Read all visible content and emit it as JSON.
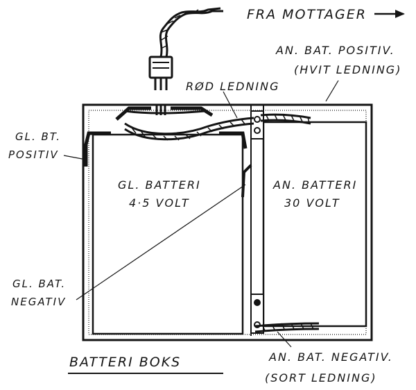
{
  "labels": {
    "from_receiver": "FRA MOTTAGER",
    "anode_positive_line1": "AN. BAT. POSITIV.",
    "anode_positive_line2": "(HVIT LEDNING)",
    "red_wire": "RØD LEDNING",
    "filament_positive_line1": "GL. BT.",
    "filament_positive_line2": "POSITIV",
    "filament_battery_line1": "GL. BATTERI",
    "filament_battery_line2": "4·5 VOLT",
    "anode_battery_line1": "AN. BATTERI",
    "anode_battery_line2": "30 VOLT",
    "filament_negative_line1": "GL. BAT.",
    "filament_negative_line2": "NEGATIV",
    "box_title": "BATTERI BOKS",
    "anode_negative_line1": "AN. BAT. NEGATIV.",
    "anode_negative_line2": "(SORT LEDNING)"
  },
  "colors": {
    "ink": "#141414",
    "paper": "#ffffff"
  }
}
